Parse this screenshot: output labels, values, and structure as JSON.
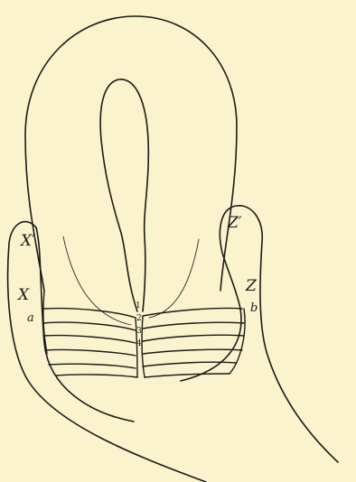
{
  "labels": {
    "x_prime": "X′",
    "x": "X",
    "a": "a",
    "z_prime": "Z′",
    "z": "Z",
    "b": "b"
  },
  "numbers": [
    "1",
    "2",
    "3",
    "4"
  ],
  "colors": {
    "paper": "#fbf3cd",
    "ink": "#1a1a1a"
  }
}
